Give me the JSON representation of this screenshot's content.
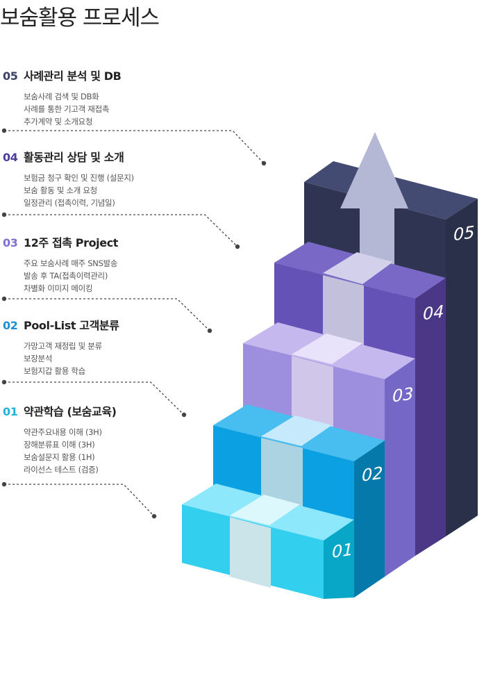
{
  "title": "보숨활용 프로세스",
  "colors": {
    "step1": "#2fb8e0",
    "step2": "#1d8fd6",
    "step3": "#8c7ed8",
    "step4": "#5b46b8",
    "step5": "#3a4068",
    "arrow": "#b4b8d6"
  },
  "steps": [
    {
      "num": "05",
      "title": "사례관리 분석 및 DB",
      "num_color": "#3a4068",
      "lines": [
        "보숨사례 검색 및 DB화",
        "사례를 통한 기고객 재접촉",
        "추가계약 및 소개요청"
      ]
    },
    {
      "num": "04",
      "title": "활동관리 상담 및 소개",
      "num_color": "#4b3c9a",
      "lines": [
        "보험금 청구 확인 및 진행 (설문지)",
        "보숨 활동 및 소개 요청",
        "일정관리 (접촉이력, 기념일)"
      ]
    },
    {
      "num": "03",
      "title": "12주 접촉 Project",
      "num_color": "#7b6fd0",
      "lines": [
        "주요 보숨사례 매주 SNS발송",
        "발송 후 TA(접촉이력관리)",
        "차별화 이미지 메이킹"
      ]
    },
    {
      "num": "02",
      "title": "Pool-List 고객분류",
      "num_color": "#1d8fd6",
      "lines": [
        "가망고객 재정립 및 분류",
        "보장분석",
        "보험지갑 활용 학습"
      ]
    },
    {
      "num": "01",
      "title": "약관학습 (보숨교육)",
      "num_color": "#22b2e0",
      "lines": [
        "약관주요내용 이해 (3H)",
        "장해분류표 이해 (3H)",
        "보숨설문지 활용 (1H)",
        "라이선스 테스트 (검증)"
      ]
    }
  ],
  "stair_labels": [
    "01",
    "02",
    "03",
    "04",
    "05"
  ]
}
